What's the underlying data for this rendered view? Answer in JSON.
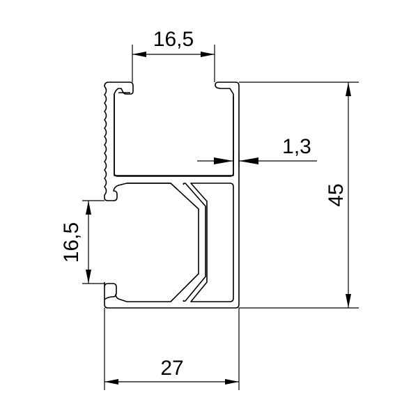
{
  "drawing": {
    "dimensions": {
      "top_width": "16,5",
      "height": "45",
      "wall_thickness": "1,3",
      "left_opening": "16,5",
      "width": "27"
    },
    "line_color": "#000000"
  }
}
